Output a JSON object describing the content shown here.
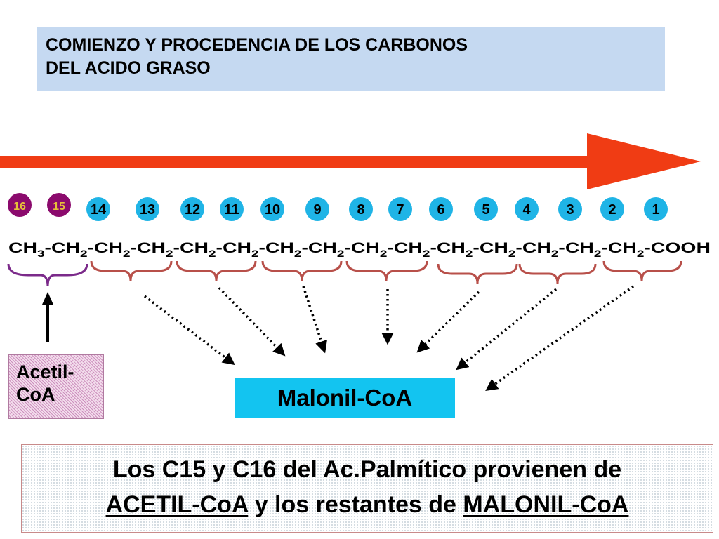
{
  "title": {
    "line1": "COMIENZO Y PROCEDENCIA DE LOS CARBONOS",
    "line2": "DEL ACIDO GRASO"
  },
  "carbons": [
    {
      "label": "16",
      "source": "acetyl"
    },
    {
      "label": "15",
      "source": "acetyl"
    },
    {
      "label": "14",
      "source": "malonyl"
    },
    {
      "label": "13",
      "source": "malonyl"
    },
    {
      "label": "12",
      "source": "malonyl"
    },
    {
      "label": "11",
      "source": "malonyl"
    },
    {
      "label": "10",
      "source": "malonyl"
    },
    {
      "label": "9",
      "source": "malonyl"
    },
    {
      "label": "8",
      "source": "malonyl"
    },
    {
      "label": "7",
      "source": "malonyl"
    },
    {
      "label": "6",
      "source": "malonyl"
    },
    {
      "label": "5",
      "source": "malonyl"
    },
    {
      "label": "4",
      "source": "malonyl"
    },
    {
      "label": "3",
      "source": "malonyl"
    },
    {
      "label": "2",
      "source": "malonyl"
    },
    {
      "label": "1",
      "source": "malonyl"
    }
  ],
  "formula": {
    "first": {
      "main": "CH",
      "sub": "3"
    },
    "repeat": {
      "main": "CH",
      "sub": "2"
    },
    "repeat_count": 14,
    "end": "COOH"
  },
  "acetil_box": {
    "line1": "Acetil-",
    "line2": "CoA"
  },
  "malonil_box": {
    "label": "Malonil-CoA"
  },
  "footer": {
    "line1": "Los C15 y C16 del Ac.Palmítico provienen de",
    "line2_part1": "ACETIL-CoA",
    "line2_part2": " y los restantes de ",
    "line2_part3": "MALONIL-CoA"
  },
  "colors": {
    "title_bg": "#c5d9f1",
    "arrow": "#f03c14",
    "acetyl_circle": "#8b0a6d",
    "acetyl_text": "#e6c13a",
    "malonyl_circle": "#1fb4e6",
    "malonyl_brace": "#b8504a",
    "acetyl_brace": "#7b2a8a",
    "malonil_bg": "#13c4f0"
  }
}
